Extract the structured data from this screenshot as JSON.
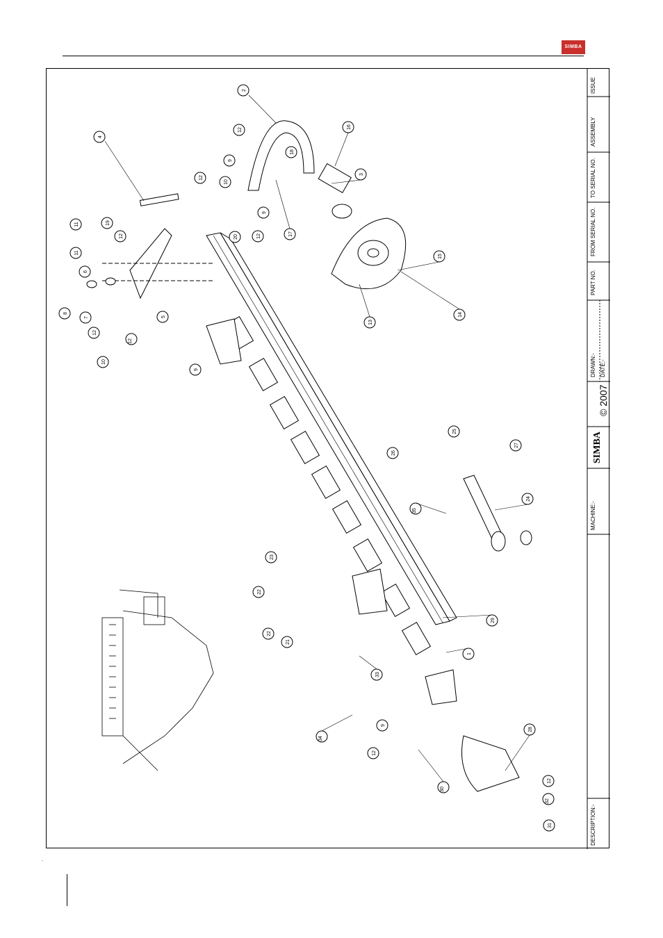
{
  "brand": {
    "logo_text": "SIMBA",
    "color": "#c9302c"
  },
  "title_block": {
    "issue": "ISSUE",
    "assembly": "ASSEMBLY",
    "to_serial": "TO SERIAL NO.",
    "from_serial": "FROM SERIAL NO.",
    "part_no": "PART NO.",
    "drawn": "DRAWN:-",
    "date": "DATE:-",
    "copyright": "© 2007",
    "machine": "MACHINE:-",
    "description": "DESCRIPTION:-",
    "simba_mark": "SIMBA"
  },
  "balloons": [
    "1",
    "2",
    "3",
    "4",
    "5",
    "6",
    "7",
    "8",
    "9",
    "9",
    "9",
    "9",
    "10",
    "10",
    "11",
    "11",
    "12",
    "12",
    "12",
    "12",
    "12",
    "12",
    "12",
    "12",
    "12",
    "13",
    "14",
    "15",
    "16",
    "17",
    "18",
    "19",
    "20",
    "21",
    "22",
    "22",
    "23",
    "24",
    "25",
    "26",
    "27",
    "28",
    "29",
    "30",
    "31",
    "32",
    "33",
    "34",
    "35"
  ],
  "page_mark": "."
}
